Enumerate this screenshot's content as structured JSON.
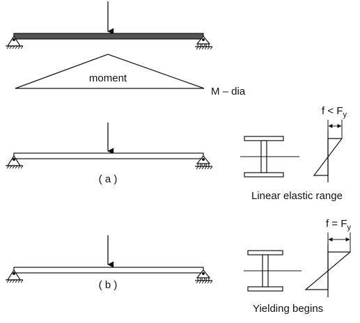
{
  "moment_diagram": {
    "label": "moment",
    "caption": "M – dia"
  },
  "case_a": {
    "label": "( a )",
    "stress_label_main": "f < F",
    "stress_label_sub": "y",
    "caption": "Linear elastic range"
  },
  "case_b": {
    "label": "( b )",
    "stress_label_main": "f = F",
    "stress_label_sub": "y",
    "caption": "Yielding begins"
  },
  "colors": {
    "stroke": "#111111",
    "beam_fill": "#555555"
  }
}
